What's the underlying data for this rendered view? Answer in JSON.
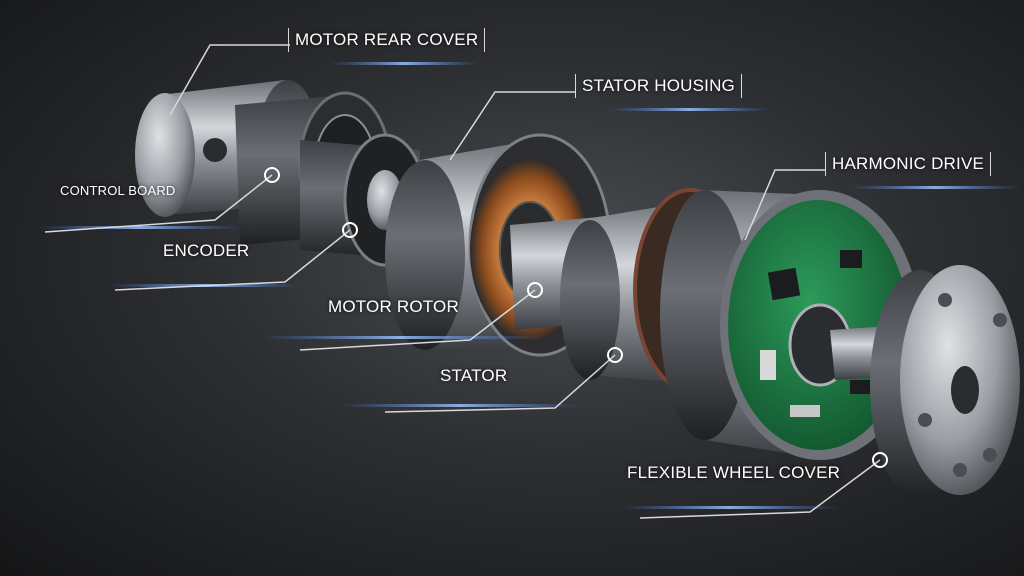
{
  "diagram": {
    "labels": {
      "motor_rear_cover": "MOTOR REAR COVER",
      "stator_housing": "STATOR HOUSING",
      "harmonic_drive": "HARMONIC DRIVE",
      "control_board": "CONTROL BOARD",
      "encoder": "ENCODER",
      "motor_rotor": "MOTOR ROTOR",
      "stator": "STATOR",
      "flexible_wheel_cover": "FLEXIBLE WHEEL COVER"
    },
    "colors": {
      "background": "#2c2e31",
      "accent_glow": "#4f8cff",
      "metal": "#a9adb3",
      "copper": "#b86a2e",
      "pcb_green": "#1f7a45"
    }
  }
}
